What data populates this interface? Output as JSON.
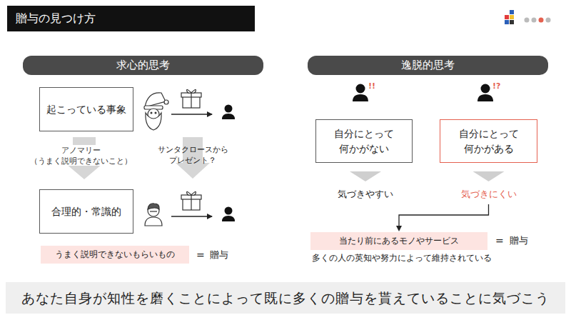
{
  "diagram": {
    "title": "贈与の見つけ方",
    "nodes": [
      {
        "text": [
          "求心的思考"
        ]
      },
      {
        "text": [
          "起こっている事象"
        ]
      },
      {
        "text": [
          "合理的・常識的"
        ]
      },
      {
        "text": [
          "うまく説明できないもらいもの"
        ]
      },
      {
        "text": [
          "逸脱的思考"
        ]
      },
      {
        "text": [
          "自分にとって 何かがない"
        ]
      },
      {
        "text": [
          "自分にとって 何かがある"
        ]
      },
      {
        "text": [
          "当たり前にあるモノやサービス"
        ]
      },
      {
        "text": [
          "あなた自身が知性を磨くことによって既に多くの贈与を貰えていることに気づこう"
        ]
      }
    ],
    "edges": [
      {
        "from": 1,
        "to": 2,
        "arrow": "to",
        "label": "アノマリー （うまく説明できないこと）"
      },
      {
        "from": 6,
        "to": 7,
        "arrow": "to",
        "label": "気づきにくい"
      }
    ],
    "labels": [
      "サンタクロースから プレゼント？",
      "気づきやすい",
      "!!",
      "!?",
      "=",
      "贈与",
      "=",
      "贈与",
      "多くの人の英知や努力によって維持されている"
    ]
  }
}
